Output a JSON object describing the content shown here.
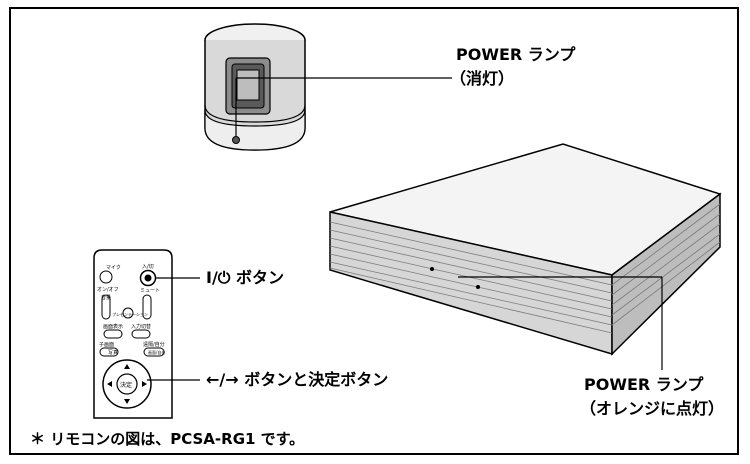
{
  "labels": {
    "power_lamp_camera_line1": "POWER ランプ",
    "power_lamp_camera_line2": "（消灯）",
    "power_button": "I/⏻ ボタン",
    "arrow_buttons": "←/→ ボタンと決定ボタン",
    "power_lamp_unit_line1": "POWER ランプ",
    "power_lamp_unit_line2": "（オレンジに点灯）"
  },
  "footnote": "＊ リモコンの図は、PCSA-RG1 です。",
  "remote": {
    "labels": [
      "マイク",
      "入/切",
      "オン/オフ",
      "音量",
      "プレゼンテーション",
      "ミュート",
      "画面表示",
      "入力切替",
      "子画面",
      "遠隔/自分",
      "写真",
      "画面/自分"
    ],
    "center_button": "決定"
  },
  "colors": {
    "line": "#000000",
    "fill_light": "#f2f2f2",
    "fill_mid": "#cfcfcf",
    "fill_dark": "#9a9a9a"
  }
}
